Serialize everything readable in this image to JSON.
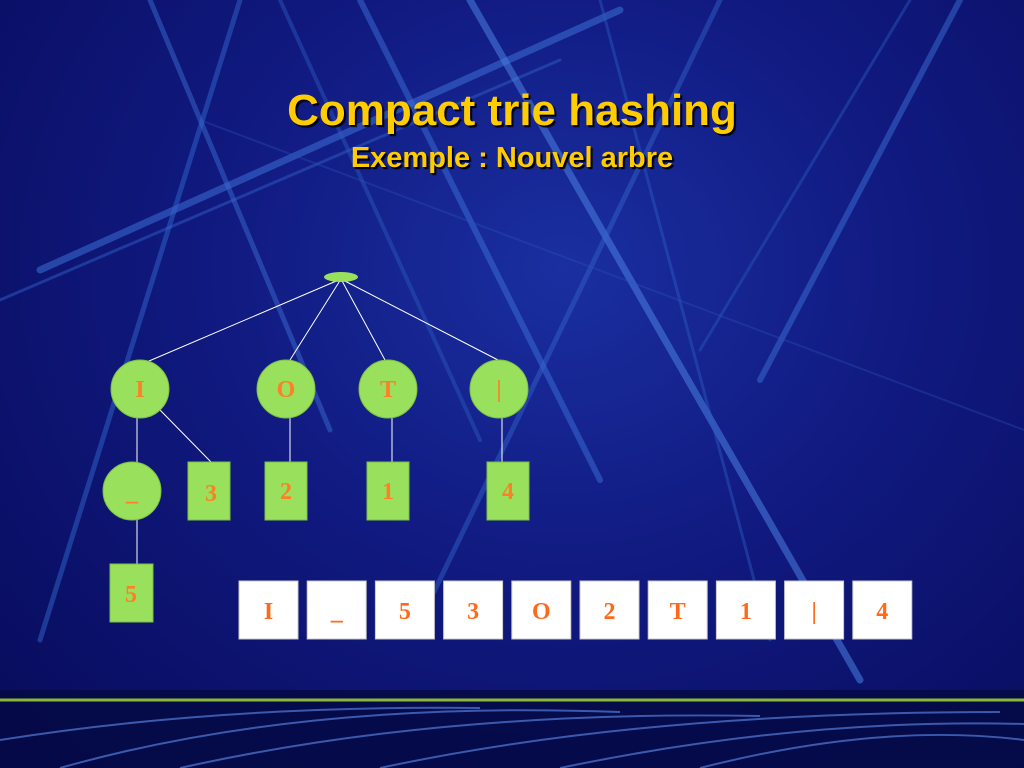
{
  "slide": {
    "title": "Compact trie hashing",
    "subtitle": "Exemple : Nouvel arbre"
  },
  "colors": {
    "title": "#ffcc00",
    "node_fill": "#99e05c",
    "node_text": "#ff7f27",
    "table_fill": "#ffffff",
    "table_text": "#ff6a1a",
    "edge": "#ffffff"
  },
  "tree": {
    "nodes": {
      "root": "",
      "I": "I",
      "O": "O",
      "T": "T",
      "bar": "|",
      "underscore": "_",
      "leaf3": "3",
      "leaf2": "2",
      "leaf1": "1",
      "leaf4": "4",
      "leaf5": "5"
    }
  },
  "table": {
    "cells": [
      "I",
      "_",
      "5",
      "3",
      "O",
      "2",
      "T",
      "1",
      "|",
      "4"
    ]
  }
}
